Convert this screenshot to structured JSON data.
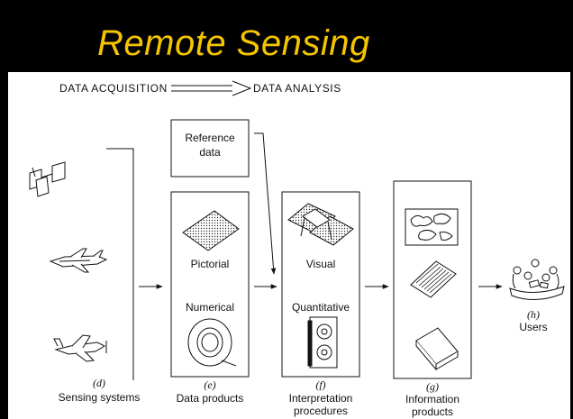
{
  "title": "Remote Sensing",
  "header": {
    "acquisition": "DATA ACQUISITION",
    "analysis": "DATA ANALYSIS"
  },
  "reference_box": {
    "line1": "Reference",
    "line2": "data"
  },
  "data_products_box": {
    "pictorial": "Pictorial",
    "numerical": "Numerical"
  },
  "interpretation_box": {
    "visual": "Visual",
    "quantitative": "Quantitative"
  },
  "stages": [
    {
      "letter": "(d)",
      "caption": "Sensing systems"
    },
    {
      "letter": "(e)",
      "caption": "Data products"
    },
    {
      "letter": "(f)",
      "caption1": "Interpretation",
      "caption2": "procedures"
    },
    {
      "letter": "(g)",
      "caption1": "Information",
      "caption2": "products"
    },
    {
      "letter": "(h)",
      "caption": "Users"
    }
  ],
  "colors": {
    "title": "#f5c400",
    "background": "#000000",
    "panel": "#ffffff"
  }
}
